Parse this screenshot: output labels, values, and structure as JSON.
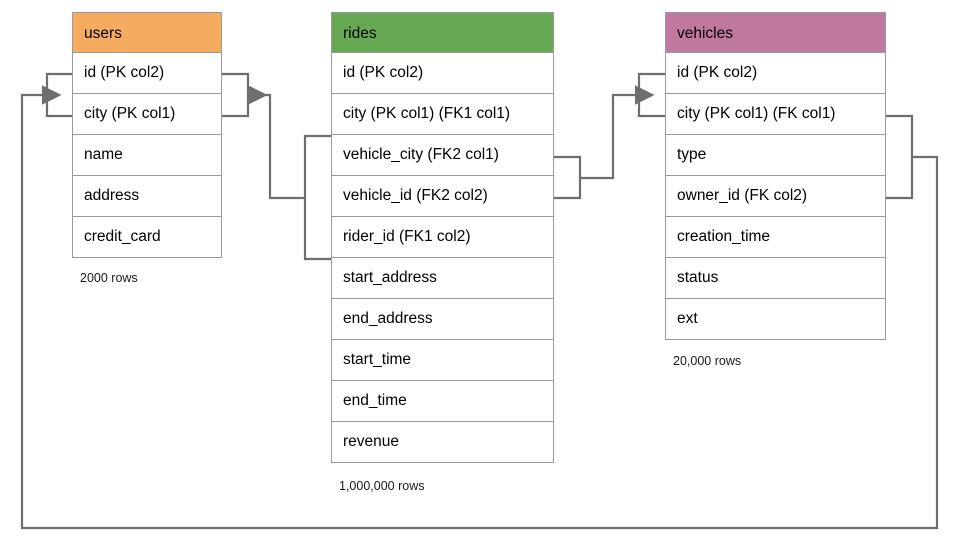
{
  "diagram": {
    "title_text": "",
    "line_color": "#707070",
    "border_color": "#9a9a9a",
    "text_color": "#000000"
  },
  "tables": [
    {
      "id": "users",
      "name": "users",
      "header_color": "#F5AC60",
      "rows_label": "2000 rows",
      "columns": [
        {
          "label": "id (PK col2)"
        },
        {
          "label": "city (PK col1)"
        },
        {
          "label": "name"
        },
        {
          "label": "address"
        },
        {
          "label": "credit_card"
        }
      ]
    },
    {
      "id": "rides",
      "name": "rides",
      "header_color": "#66A952",
      "rows_label": "1,000,000 rows",
      "columns": [
        {
          "label": "id (PK col2)"
        },
        {
          "label": "city (PK col1) (FK1 col1)"
        },
        {
          "label": "vehicle_city (FK2 col1)"
        },
        {
          "label": "vehicle_id (FK2 col2)"
        },
        {
          "label": "rider_id (FK1 col2)"
        },
        {
          "label": "start_address"
        },
        {
          "label": "end_address"
        },
        {
          "label": "start_time"
        },
        {
          "label": "end_time"
        },
        {
          "label": "revenue"
        }
      ]
    },
    {
      "id": "vehicles",
      "name": "vehicles",
      "header_color": "#C077A0",
      "rows_label": "20,000 rows",
      "columns": [
        {
          "label": "id (PK col2)"
        },
        {
          "label": "city (PK col1) (FK col1)"
        },
        {
          "label": "type"
        },
        {
          "label": "owner_id (FK col2)"
        },
        {
          "label": "creation_time"
        },
        {
          "label": "status"
        },
        {
          "label": "ext"
        }
      ]
    }
  ],
  "relationships": [
    {
      "id": "fk1-rides-users",
      "from_table": "rides",
      "from_columns": [
        "city (PK col1) (FK1 col1)",
        "rider_id (FK1 col2)"
      ],
      "to_table": "users",
      "to_columns": [
        "id (PK col2)",
        "city (PK col1)"
      ],
      "arrow_direction": "left"
    },
    {
      "id": "fk2-rides-vehicles",
      "from_table": "rides",
      "from_columns": [
        "vehicle_city (FK2 col1)",
        "vehicle_id (FK2 col2)"
      ],
      "to_table": "vehicles",
      "to_columns": [
        "id (PK col2)",
        "city (PK col1) (FK col1)"
      ],
      "arrow_direction": "right"
    },
    {
      "id": "fk-vehicles-users",
      "from_table": "vehicles",
      "from_columns": [
        "city (PK col1) (FK col1)",
        "owner_id (FK col2)"
      ],
      "to_table": "users",
      "to_columns": [
        "id (PK col2)",
        "city (PK col1)"
      ],
      "arrow_direction": "right"
    }
  ]
}
